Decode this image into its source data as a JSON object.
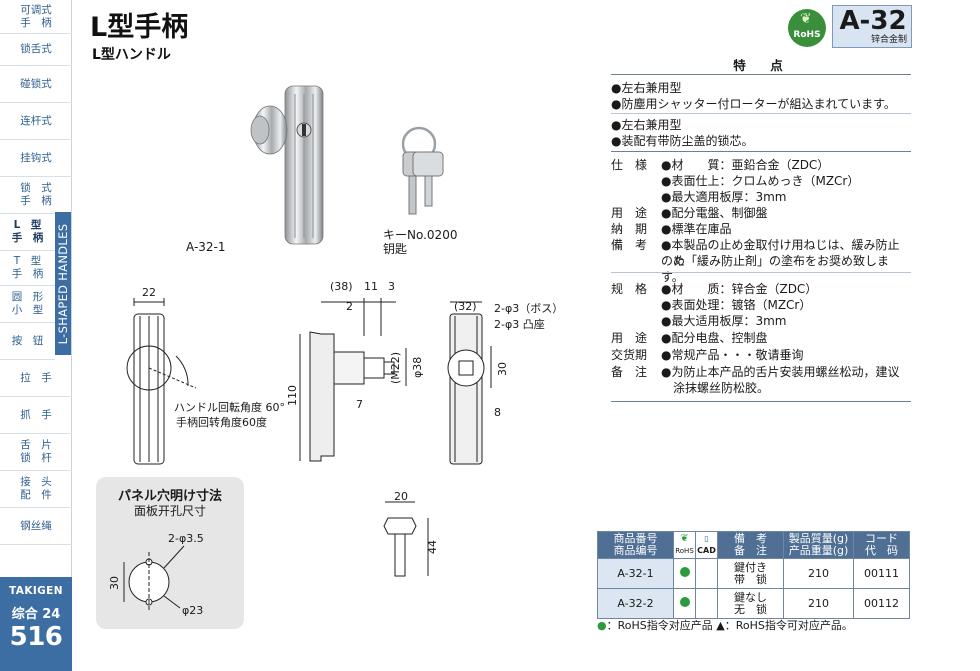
{
  "sidebar": {
    "items": [
      {
        "label": "可调式\n手　柄"
      },
      {
        "label": "锁舌式"
      },
      {
        "label": "碰锁式"
      },
      {
        "label": "连杆式"
      },
      {
        "label": "挂钩式"
      },
      {
        "label": "锁　式\n手　柄"
      },
      {
        "label": "L　型\n手　柄"
      },
      {
        "label": "T　型\n手　柄"
      },
      {
        "label": "圆　形\n小　型"
      },
      {
        "label": "按　钮"
      },
      {
        "label": "拉　手"
      },
      {
        "label": "抓　手"
      },
      {
        "label": "舌　片\n锁　杆"
      },
      {
        "label": "接　头\n配　件"
      },
      {
        "label": "钢丝绳"
      }
    ],
    "vertical_label": "L-SHAPED HANDLES",
    "brand": "TAKIGEN",
    "catalog": "综合 24",
    "page_number": "516"
  },
  "header": {
    "title": "L型手柄",
    "subtitle": "L型ハンドル",
    "rohs": "RoHS",
    "code": "A-32",
    "material": "锌合金制"
  },
  "features": {
    "title": "特　点",
    "jp": [
      "●左右兼用型",
      "●防塵用シャッター付ローターが組込まれています。"
    ],
    "cn": [
      "●左右兼用型",
      "●装配有带防尘盖的锁芯。"
    ]
  },
  "specs_jp": [
    {
      "label": "仕　様",
      "value": "●材　　質：亜鉛合金（ZDC）"
    },
    {
      "label": "",
      "value": "●表面仕上：クロムめっき（MZCr）"
    },
    {
      "label": "",
      "value": "●最大適用板厚：3mm"
    },
    {
      "label": "用　途",
      "value": "●配分電盤、制御盤"
    },
    {
      "label": "納　期",
      "value": "●標準在庫品"
    },
    {
      "label": "備　考",
      "value": "●本製品の止め金取付け用ねじは、緩み防止のた"
    },
    {
      "label": "",
      "value": "　め「緩み防止剤」の塗布をお奨め致します。"
    }
  ],
  "specs_cn": [
    {
      "label": "规　格",
      "value": "●材　　质：锌合金（ZDC）"
    },
    {
      "label": "",
      "value": "●表面处理：镀铬（MZCr）"
    },
    {
      "label": "",
      "value": "●最大适用板厚：3mm"
    },
    {
      "label": "用　途",
      "value": "●配分电盘、控制盘"
    },
    {
      "label": "交货期",
      "value": "●常规产品・・・敬请垂询"
    },
    {
      "label": "备　注",
      "value": "●为防止本产品的舌片安装用螺丝松动，建议"
    },
    {
      "label": "",
      "value": "　涂抹螺丝防松胶。"
    }
  ],
  "photo_captions": {
    "product": "A-32-1",
    "key_no": "キーNo.0200",
    "key_cn": "钥匙"
  },
  "drawing": {
    "front_width": "22",
    "rotation_jp": "ハンドル回転角度 60°",
    "rotation_cn": "手柄回转角度60度",
    "side_dims": {
      "d38": "(38)",
      "d11": "11",
      "d3": "3",
      "d2": "2",
      "d110": "110",
      "m22": "(M22)",
      "phi38": "φ38",
      "d7": "7"
    },
    "rear_dims": {
      "d32": "(32)",
      "boss": "2-φ3（ボス）",
      "boss_cn": "2-φ3 凸座",
      "d30": "30",
      "d8": "8"
    },
    "key_dims": {
      "w": "20",
      "h": "44"
    }
  },
  "panel_cutout": {
    "title_jp": "パネル穴明け寸法",
    "title_cn": "面板开孔尺寸",
    "hole_small": "2-φ3.5",
    "height": "30",
    "dia": "φ23"
  },
  "table": {
    "headers": {
      "part_no": "商品番号\n商品编号",
      "rohs": "RoHS",
      "cad": "CAD",
      "notes": "備　考\n备　注",
      "weight": "製品質量(g)\n产品重量(g)",
      "code": "コード\n代　码"
    },
    "rows": [
      {
        "part_no": "A-32-1",
        "notes": "鍵付き\n带　锁",
        "weight": "210",
        "code": "00111"
      },
      {
        "part_no": "A-32-2",
        "notes": "鍵なし\n无　锁",
        "weight": "210",
        "code": "00112"
      }
    ],
    "colors": {
      "header": "#4f6f95",
      "code_cell": "#dbe6f2",
      "rohs_dot": "#2e9a3e"
    }
  },
  "legend": {
    "green": "●",
    "green_text": "：RoHS指令对应产品",
    "tri": "▲",
    "tri_text": "：RoHS指令可对应产品。"
  }
}
